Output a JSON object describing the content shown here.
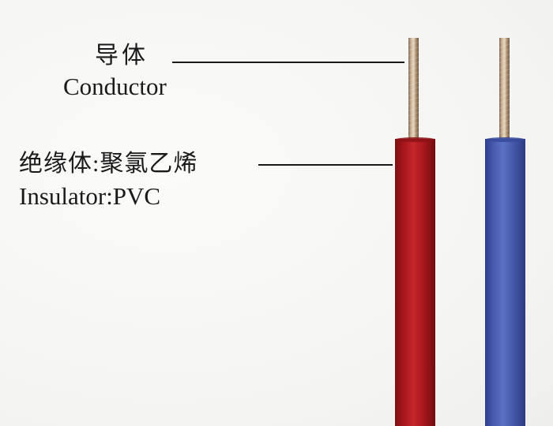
{
  "labels": {
    "conductor": {
      "chinese": "导体",
      "english": "Conductor"
    },
    "insulator": {
      "chinese": "绝缘体:聚氯乙烯",
      "english": "Insulator:PVC"
    }
  },
  "wires": [
    {
      "name": "red-wire",
      "insulation_color": "#b3191e",
      "conductor_color": "#b89a78"
    },
    {
      "name": "blue-wire",
      "insulation_color": "#4a64b8",
      "conductor_color": "#b89a78"
    }
  ],
  "colors": {
    "background": "#f7f7f5",
    "text": "#1a1a1a",
    "leader_line": "#1a1a1a"
  }
}
